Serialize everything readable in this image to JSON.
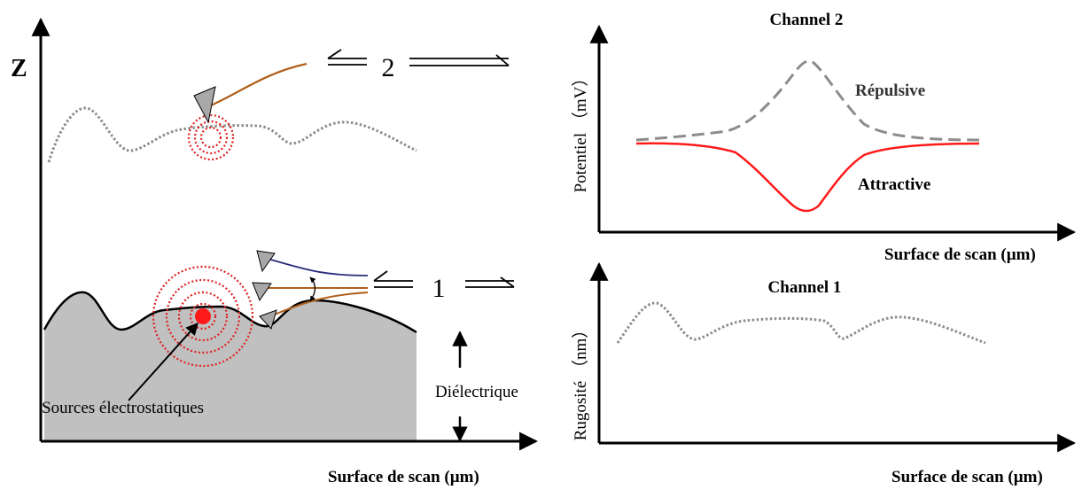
{
  "left_panel": {
    "z_axis_label": "Z",
    "x_axis_label": "Surface de scan (µm)",
    "pass_2_label": "2",
    "pass_1_label": "1",
    "sources_label": "Sources électrostatiques",
    "dielectric_label": "Diélectrique"
  },
  "top_right_panel": {
    "title": "Channel   2",
    "y_axis_label": "Potentiel （mV）",
    "x_axis_label": "Surface de scan (µm)",
    "repulsive_label": "Répulsive",
    "attractive_label": "Attractive"
  },
  "bottom_right_panel": {
    "title": "Channel   1",
    "y_axis_label": "Rugosité （nm）",
    "x_axis_label": "Surface de scan (µm)"
  },
  "colors": {
    "axis": "#000000",
    "dielectric_fill": "#c0c0c0",
    "topography_dotted": "#8c8c8c",
    "field_rings": "#e02020",
    "charge_source": "#ff1a1a",
    "cantilever_brown": "#b0601c",
    "cantilever_blue": "#2a2a7a",
    "tip_gray": "#a8a8a8",
    "repulsive_curve": "#8c8c8c",
    "attractive_curve": "#ff1a1a"
  }
}
